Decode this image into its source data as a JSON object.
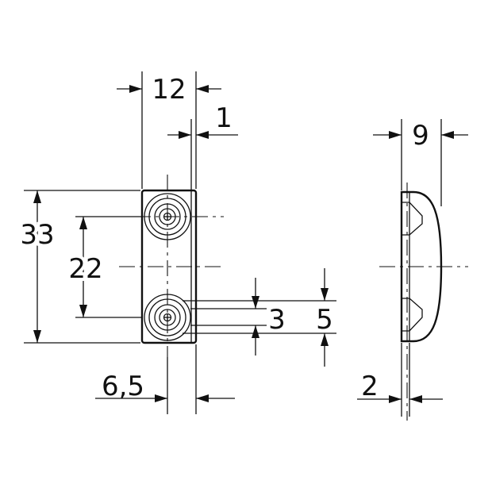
{
  "dimensions": {
    "width_total": "12",
    "offset_edge": "1",
    "height_total": "33",
    "hole_spacing": "22",
    "hole_offset": "6,5",
    "hole_small": "3",
    "hole_large": "5",
    "side_width": "9",
    "side_thickness": "2"
  }
}
